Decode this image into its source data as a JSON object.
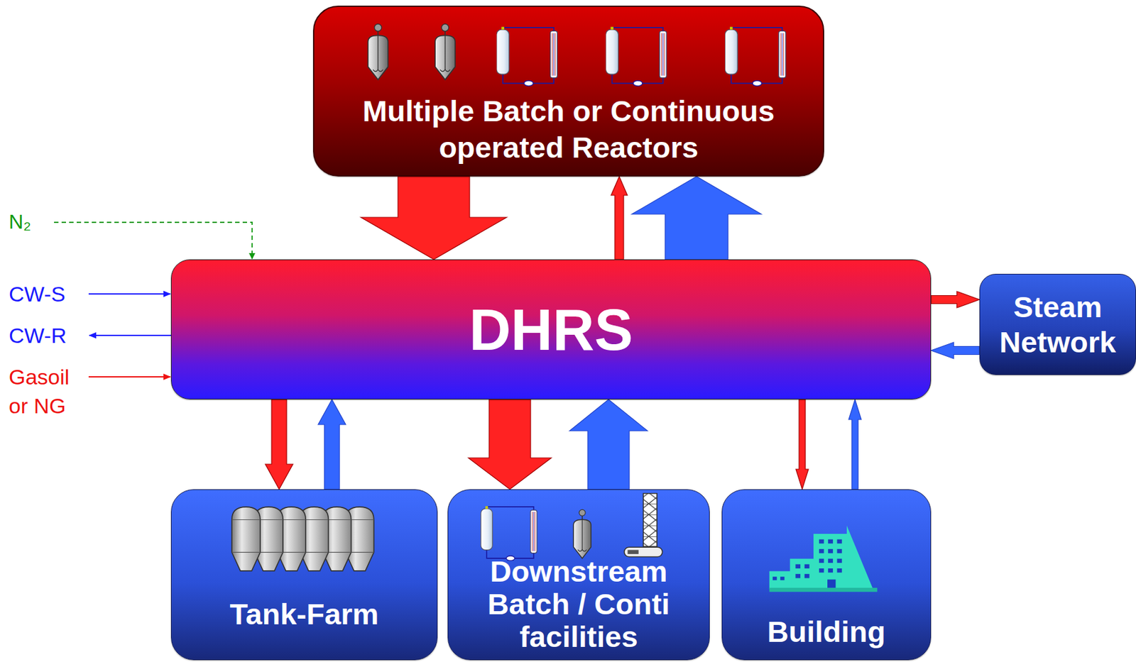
{
  "diagram": {
    "nodes": [
      {
        "text": [
          "Multiple Batch or Continuous operated Reactors"
        ]
      },
      {
        "text": [
          "DHRS"
        ]
      },
      {
        "text": [
          "Steam Network"
        ]
      },
      {
        "text": [
          "Tank-Farm"
        ]
      },
      {
        "text": [
          "Downstream Batch / Conti facilities"
        ]
      },
      {
        "text": [
          "Building"
        ]
      }
    ],
    "edges": [
      {
        "from": 0,
        "to": 1,
        "arrow": "to"
      },
      {
        "from": 1,
        "to": 0,
        "arrow": "to"
      },
      {
        "from": 1,
        "to": 0,
        "arrow": "to"
      },
      {
        "from": 1,
        "to": 2,
        "arrow": "to"
      },
      {
        "from": 2,
        "to": 1,
        "arrow": "to"
      },
      {
        "from": 1,
        "to": 3,
        "arrow": "to"
      },
      {
        "from": 3,
        "to": 1,
        "arrow": "to"
      },
      {
        "from": 1,
        "to": 4,
        "arrow": "to"
      },
      {
        "from": 4,
        "to": 1,
        "arrow": "to"
      },
      {
        "from": 1,
        "to": 5,
        "arrow": "to"
      },
      {
        "from": 5,
        "to": 1,
        "arrow": "to"
      }
    ],
    "labels": [
      "N₂",
      "CW-S",
      "CW-R",
      "Gasoil or NG"
    ]
  }
}
